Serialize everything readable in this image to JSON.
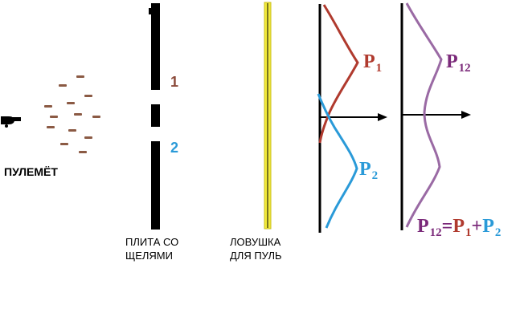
{
  "labels": {
    "machine_gun": "ПУЛЕМЁТ",
    "plate_line1": "ПЛИТА СО",
    "plate_line2": "ЩЕЛЯМИ",
    "trap_line1": "ЛОВУШКА",
    "trap_line2": "ДЛЯ ПУЛЬ",
    "slit1": "1",
    "slit2": "2"
  },
  "curves": {
    "p1_letter": "P",
    "p1_sub": "1",
    "p2_letter": "P",
    "p2_sub": "2",
    "p12_letter": "P",
    "p12_sub": "12"
  },
  "formula": {
    "lhs_letter": "P",
    "lhs_sub": "12",
    "eq": "=",
    "a_letter": "P",
    "a_sub": "1",
    "plus": "+",
    "b_letter": "P",
    "b_sub": "2"
  },
  "colors": {
    "p1": "#b03a2e",
    "p2": "#2a9ad8",
    "p12": "#7b2a7a",
    "trap": "#f2ea3a",
    "plate": "#000000",
    "bullet": "#8b5a44"
  },
  "icons": {
    "gun": "machine-gun-icon",
    "bullet": "bullet-icon"
  }
}
